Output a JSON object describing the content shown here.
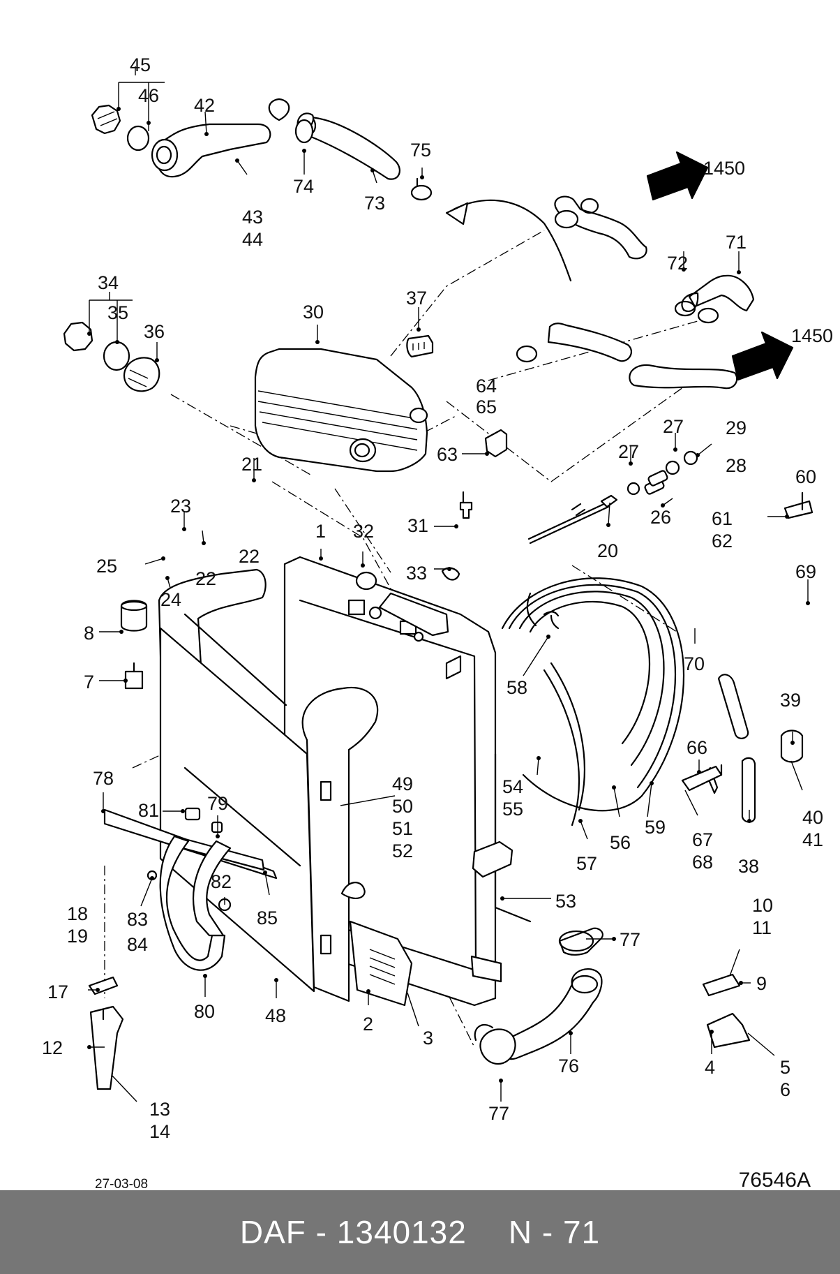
{
  "date_stamp": "27-03-08",
  "drawing_number": "76546A",
  "footer": {
    "part_ref": "DAF - 1340132",
    "page": "N - 71"
  },
  "callouts": {
    "45": "45",
    "46": "46",
    "42": "42",
    "43": "43",
    "44": "44",
    "74": "74",
    "73": "73",
    "75": "75",
    "1450a": "1450",
    "1450b": "1450",
    "71": "71",
    "72": "72",
    "34": "34",
    "35": "35",
    "36": "36",
    "30": "30",
    "37": "37",
    "64": "64",
    "65": "65",
    "63": "63",
    "27a": "27",
    "27b": "27",
    "29": "29",
    "28": "28",
    "26": "26",
    "20": "20",
    "60": "60",
    "61": "61",
    "62": "62",
    "69": "69",
    "70": "70",
    "21": "21",
    "23": "23",
    "22a": "22",
    "22b": "22",
    "25": "25",
    "24": "24",
    "1": "1",
    "32": "32",
    "31": "31",
    "33": "33",
    "58": "58",
    "8": "8",
    "7": "7",
    "39": "39",
    "40": "40",
    "41": "41",
    "38": "38",
    "66": "66",
    "67": "67",
    "68": "68",
    "54": "54",
    "55": "55",
    "59": "59",
    "56": "56",
    "57": "57",
    "49": "49",
    "50": "50",
    "51": "51",
    "52": "52",
    "53": "53",
    "78": "78",
    "81": "81",
    "79": "79",
    "82": "82",
    "83": "83",
    "84": "84",
    "85": "85",
    "18": "18",
    "19": "19",
    "17": "17",
    "80": "80",
    "48": "48",
    "2": "2",
    "3": "3",
    "77a": "77",
    "77b": "77",
    "76": "76",
    "10": "10",
    "11": "11",
    "9": "9",
    "4": "4",
    "5": "5",
    "6": "6",
    "12": "12",
    "13": "13",
    "14": "14"
  }
}
